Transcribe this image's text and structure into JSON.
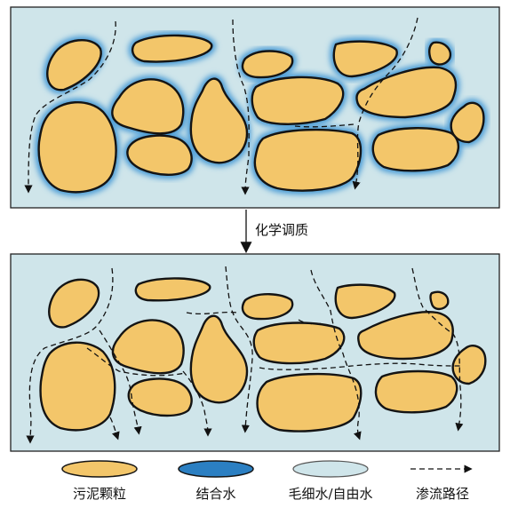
{
  "step_label": "化学调质",
  "legend": {
    "particle": "污泥颗粒",
    "bound_water": "结合水",
    "free_water": "毛细水/自由水",
    "seepage": "渗流路径"
  },
  "colors": {
    "particle": "#f3c66a",
    "bound_water": "#2b7fc2",
    "free_water": "#cfe5ea",
    "outline": "#141414"
  }
}
